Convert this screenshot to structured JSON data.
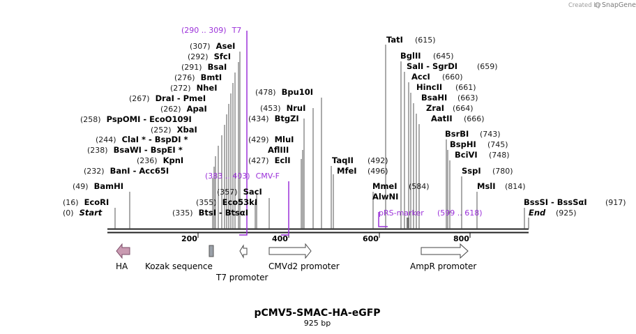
{
  "credit": {
    "prefix": "Created by",
    "brand": "SnapGene"
  },
  "map": {
    "title": "pCMV5-SMAC-HA-eGFP",
    "length_label": "925 bp",
    "total_bp": 925,
    "axis_ticks": [
      "200",
      "400",
      "600",
      "800"
    ],
    "enzymes": [
      {
        "pos": "(290 .. 309)",
        "name": "T7",
        "primer": true
      },
      {
        "pos": "(307)",
        "name": "AseI"
      },
      {
        "pos": "(292)",
        "name": "SfcI"
      },
      {
        "pos": "(291)",
        "name": "BsaI"
      },
      {
        "pos": "(276)",
        "name": "BmtI"
      },
      {
        "pos": "(272)",
        "name": "NheI"
      },
      {
        "pos": "(267)",
        "name": "DraI  -  PmeI"
      },
      {
        "pos": "(262)",
        "name": "ApaI"
      },
      {
        "pos": "(258)",
        "name": "PspOMI  -  EcoO109I"
      },
      {
        "pos": "(252)",
        "name": "XbaI"
      },
      {
        "pos": "(244)",
        "name": "ClaI *  -  BspDI *"
      },
      {
        "pos": "(238)",
        "name": "BsaWI  -  BspEI *"
      },
      {
        "pos": "(236)",
        "name": "KpnI"
      },
      {
        "pos": "(232)",
        "name": "BanI  -  Acc65I"
      },
      {
        "pos": "(49)",
        "name": "BamHI"
      },
      {
        "pos": "(16)",
        "name": "EcoRI"
      },
      {
        "pos": "(0)",
        "name": "Start",
        "italic": true
      },
      {
        "pos": "(383 .. 403)",
        "name": "CMV-F",
        "primer": true
      },
      {
        "pos": "(357)",
        "name": "SacI"
      },
      {
        "pos": "(355)",
        "name": "Eco53kI"
      },
      {
        "pos": "(335)",
        "name": "BtsI  -  BtsαI"
      },
      {
        "pos": "(478)",
        "name": "Bpu10I"
      },
      {
        "pos": "(453)",
        "name": "NruI"
      },
      {
        "pos": "(434)",
        "name": "BtgZI"
      },
      {
        "pos": "(429)",
        "name": "MluI"
      },
      {
        "pos": "",
        "name": "AflIII"
      },
      {
        "pos": "(427)",
        "name": "EclI"
      },
      {
        "pos": "",
        "name": "TaqII"
      },
      {
        "pos": "",
        "name": "MfeI"
      },
      {
        "pos": "(492)",
        "name": ""
      },
      {
        "pos": "(496)",
        "name": ""
      },
      {
        "pos": "",
        "name": "MmeI"
      },
      {
        "pos": "",
        "name": "AlwNI"
      },
      {
        "pos": "(584)",
        "name": ""
      },
      {
        "pos": "",
        "name": "TatI"
      },
      {
        "pos": "(615)",
        "name": ""
      },
      {
        "pos": "",
        "name": "BglII"
      },
      {
        "pos": "(645)",
        "name": ""
      },
      {
        "pos": "",
        "name": "SalI  -  SgrDI"
      },
      {
        "pos": "(659)",
        "name": ""
      },
      {
        "pos": "",
        "name": "AccI"
      },
      {
        "pos": "(660)",
        "name": ""
      },
      {
        "pos": "",
        "name": "HincII"
      },
      {
        "pos": "(661)",
        "name": ""
      },
      {
        "pos": "",
        "name": "BsaHI"
      },
      {
        "pos": "(663)",
        "name": ""
      },
      {
        "pos": "",
        "name": "ZraI"
      },
      {
        "pos": "(664)",
        "name": ""
      },
      {
        "pos": "",
        "name": "AatII"
      },
      {
        "pos": "(666)",
        "name": ""
      },
      {
        "pos": "",
        "name": "BsrBI"
      },
      {
        "pos": "(743)",
        "name": ""
      },
      {
        "pos": "",
        "name": "BspHI"
      },
      {
        "pos": "(745)",
        "name": ""
      },
      {
        "pos": "",
        "name": "BciVI"
      },
      {
        "pos": "(748)",
        "name": ""
      },
      {
        "pos": "",
        "name": "SspI"
      },
      {
        "pos": "(780)",
        "name": ""
      },
      {
        "pos": "",
        "name": "MslI"
      },
      {
        "pos": "(814)",
        "name": ""
      },
      {
        "pos": "",
        "name": "BssSI  -  BssSαI"
      },
      {
        "pos": "(917)",
        "name": ""
      },
      {
        "pos": "",
        "name": "End",
        "italic": true
      },
      {
        "pos": "(925)",
        "name": ""
      },
      {
        "pos": "",
        "name": "pRS-marker",
        "primer": true
      },
      {
        "pos": "(599 .. 618)",
        "name": "",
        "primer": true
      }
    ],
    "features": [
      {
        "name": "HA",
        "color": "#c99ab1"
      },
      {
        "name": "Kozak sequence",
        "color": "#9aa0a8"
      },
      {
        "name": "T7 promoter",
        "color": "#ffffff"
      },
      {
        "name": "CMVd2 promoter",
        "color": "#ffffff"
      },
      {
        "name": "AmpR promoter",
        "color": "#ffffff"
      }
    ],
    "colors": {
      "primer": "#9b30d9",
      "backbone": "#222222"
    }
  }
}
